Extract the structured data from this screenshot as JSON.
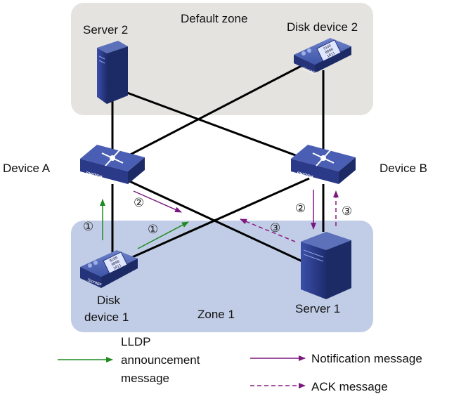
{
  "zones": {
    "default": "Default zone",
    "zone1": "Zone 1"
  },
  "devices": {
    "server2": "Server 2",
    "disk2": "Disk device 2",
    "deviceA": "Device A",
    "deviceB": "Device B",
    "disk1_line1": "Disk",
    "disk1_line2": "device 1",
    "server1": "Server 1",
    "switch_text": "SWITCH",
    "storage_text": "Storage",
    "storage_bits": [
      "0100",
      "0000",
      "1011"
    ]
  },
  "step_markers": {
    "one": "①",
    "two": "②",
    "three": "③"
  },
  "legend": {
    "lldp_line1": "LLDP",
    "lldp_line2": "announcement",
    "lldp_line3": "message",
    "notification": "Notification message",
    "ack": "ACK message"
  },
  "colors": {
    "default_zone_fill": "#e5e3e0",
    "zone1_fill": "#c1cde6",
    "link": "#000000",
    "lldp_arrow": "#1f8a1f",
    "notification_arrow": "#7a1a80",
    "ack_arrow": "#8a1a80",
    "device_blue": "#2e3f8f"
  }
}
